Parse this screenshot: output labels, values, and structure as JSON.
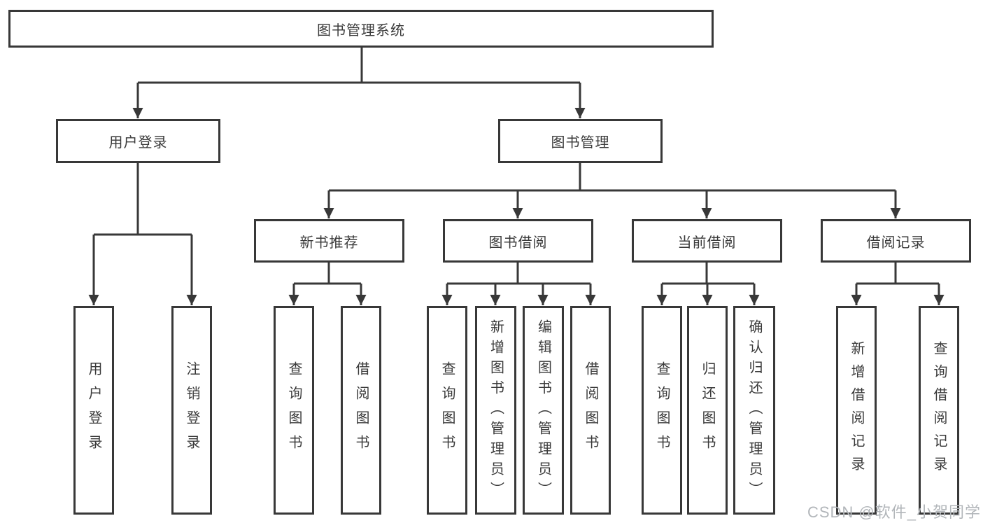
{
  "colors": {
    "line": "#383838",
    "box_border": "#383838",
    "text": "#3a3a3a",
    "background": "#ffffff",
    "watermark": "#b2b6ba"
  },
  "watermark": {
    "text": "CSDN @软件_小贺同学"
  },
  "tree": {
    "label": "图书管理系统",
    "children": [
      {
        "label": "用户登录",
        "children": [
          {
            "label": "用户登录"
          },
          {
            "label": "注销登录"
          }
        ]
      },
      {
        "label": "图书管理",
        "children": [
          {
            "label": "新书推荐",
            "children": [
              {
                "label": "查询图书"
              },
              {
                "label": "借阅图书"
              }
            ]
          },
          {
            "label": "图书借阅",
            "children": [
              {
                "label": "查询图书"
              },
              {
                "label": "新增图书（管理员）"
              },
              {
                "label": "编辑图书（管理员）"
              },
              {
                "label": "借阅图书"
              }
            ]
          },
          {
            "label": "当前借阅",
            "children": [
              {
                "label": "查询图书"
              },
              {
                "label": "归还图书"
              },
              {
                "label": "确认归还（管理员）"
              }
            ]
          },
          {
            "label": "借阅记录",
            "children": [
              {
                "label": "新增借阅记录"
              },
              {
                "label": "查询借阅记录"
              }
            ]
          }
        ]
      }
    ]
  }
}
